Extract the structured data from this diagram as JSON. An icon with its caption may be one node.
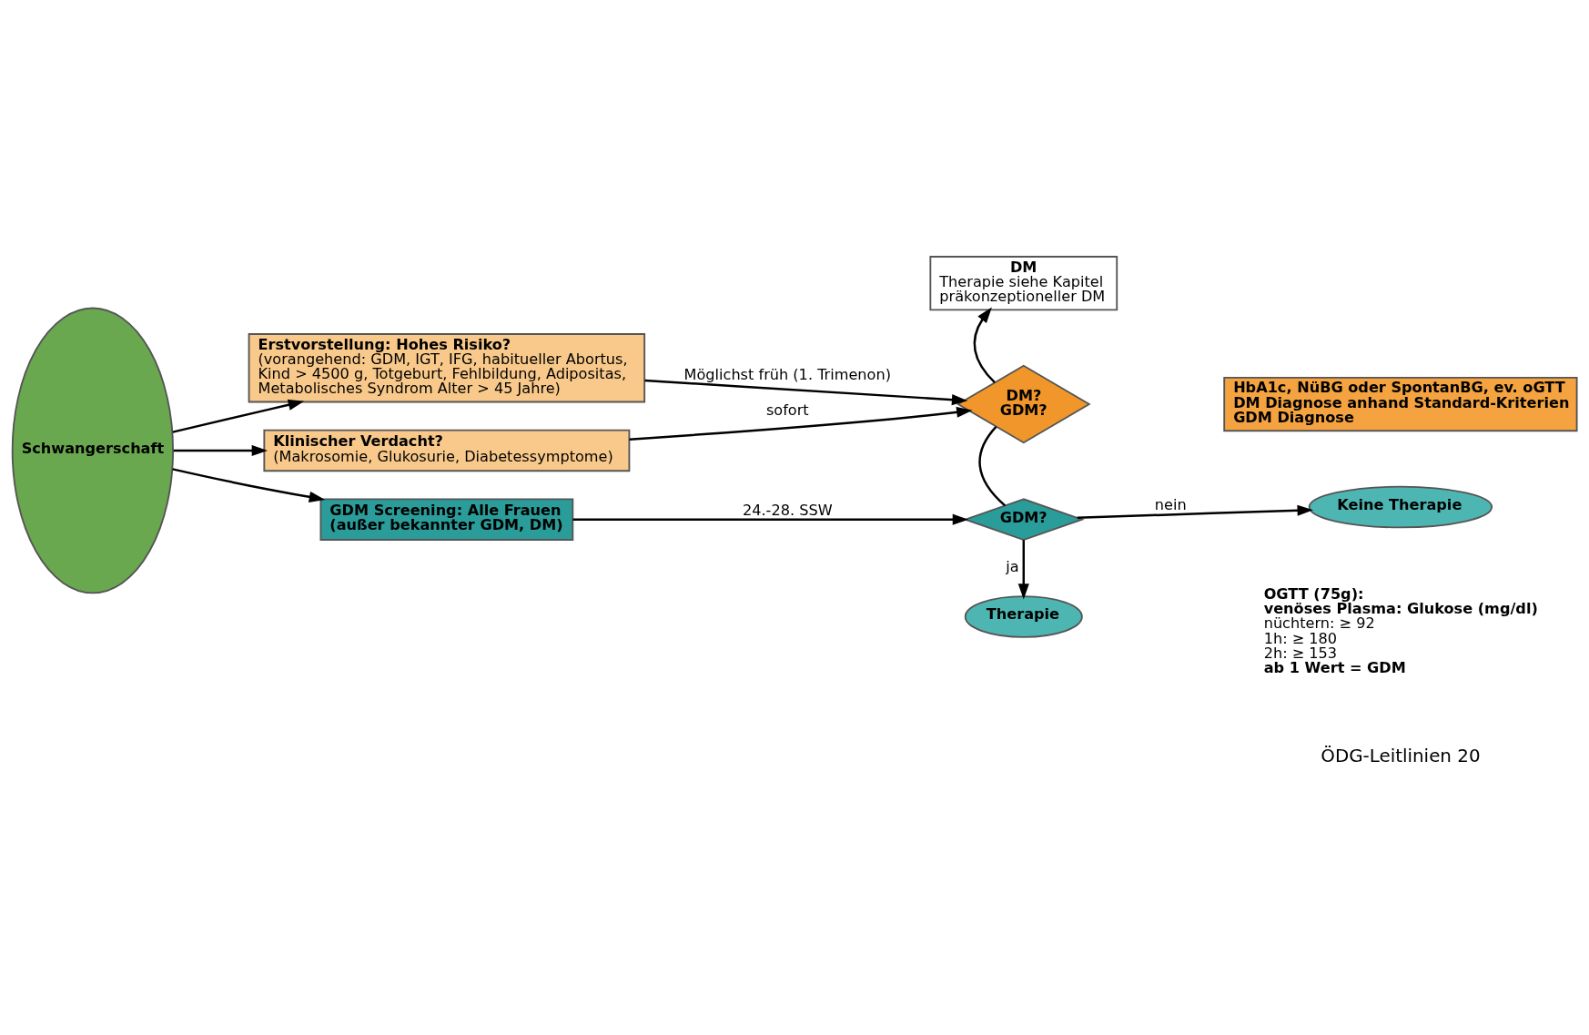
{
  "diagram": {
    "nodes": [
      {
        "text": [
          "Schwangerschaft"
        ]
      },
      {
        "text": [
          "Erstvorstellung: Hohes Risiko?",
          "(vorangehend: GDM, IGT, IFG, habitueller Abortus, Kind > 4500 g, Totgeburt, Fehlbildung, Adipositas, Metabolisches Syndrom Alter > 45 Jahre)"
        ]
      },
      {
        "text": [
          "Klinischer Verdacht?",
          "(Makrosomie, Glukosurie, Diabetessymptome)"
        ]
      },
      {
        "text": [
          "GDM Screening: Alle Frauen",
          "(außer bekannter GDM, DM)"
        ]
      },
      {
        "text": [
          "DM? GDM?"
        ]
      },
      {
        "text": [
          "DM",
          "Therapie siehe Kapitel präkonzeptioneller DM"
        ]
      },
      {
        "text": [
          "HbA1c, NüBG oder SpontanBG, ev. oGTT",
          "DM Diagnose anhand Standard-Kriterien",
          "GDM Diagnose"
        ]
      },
      {
        "text": [
          "GDM?"
        ]
      },
      {
        "text": [
          "Keine Therapie"
        ]
      },
      {
        "text": [
          "Therapie"
        ]
      }
    ],
    "edges": [
      {
        "from": 0,
        "to": 1,
        "arrow": "to"
      },
      {
        "from": 0,
        "to": 2,
        "arrow": "to"
      },
      {
        "from": 0,
        "to": 3,
        "arrow": "to"
      },
      {
        "from": 1,
        "to": 4,
        "arrow": "to",
        "label": "Möglichst früh (1. Trimenon)"
      },
      {
        "from": 2,
        "to": 4,
        "arrow": "to",
        "label": "sofort"
      },
      {
        "from": 4,
        "to": 5,
        "arrow": "to"
      },
      {
        "from": 7,
        "to": 4,
        "arrow": "none"
      },
      {
        "from": 3,
        "to": 7,
        "arrow": "to",
        "label": "24.-28. SSW"
      },
      {
        "from": 7,
        "to": 8,
        "arrow": "to",
        "label": "nein"
      },
      {
        "from": 7,
        "to": 9,
        "arrow": "to",
        "label": "ja"
      }
    ],
    "labels": [
      "OGTT (75g):",
      "venöses Plasma: Glukose (mg/dl)",
      "nüchtern: ≥ 92",
      "1h: ≥ 180",
      "2h: ≥ 153",
      "ab 1 Wert = GDM",
      "ÖDG-Leitlinien 20"
    ]
  }
}
